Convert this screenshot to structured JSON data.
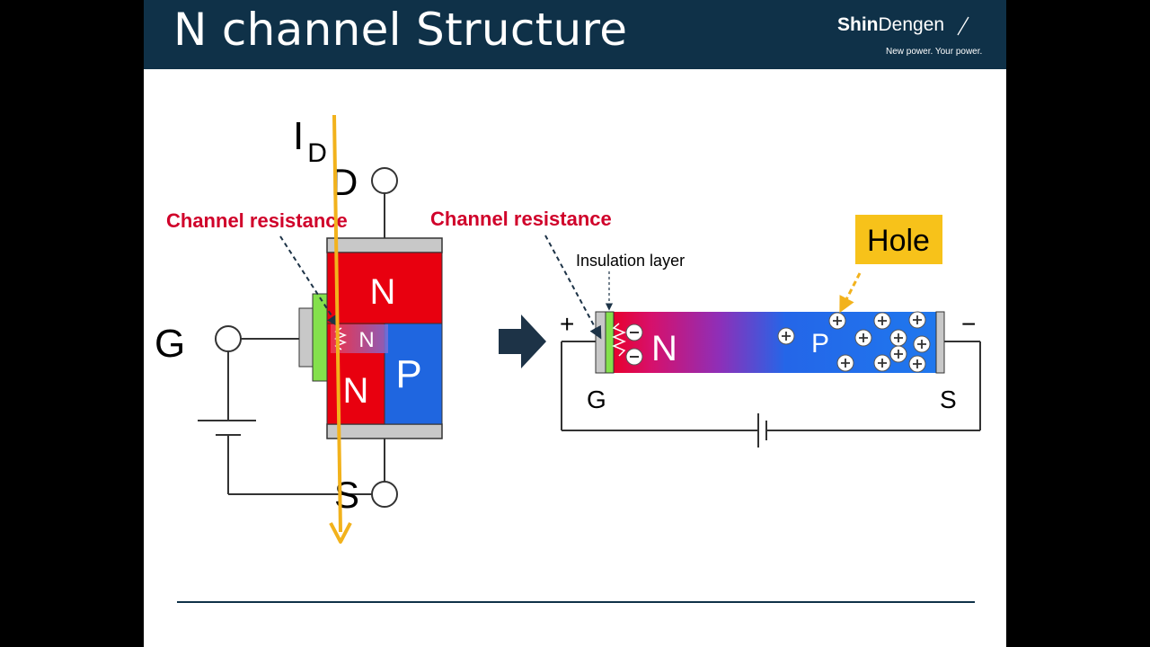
{
  "slide": {
    "title": "N channel Structure",
    "brand": {
      "name_bold": "Shin",
      "name_regular": "Dengen",
      "tagline": "New power. Your power."
    }
  },
  "left_diagram": {
    "current_label_main": "I",
    "current_label_sub": "D",
    "drain_label": "D",
    "source_label": "S",
    "gate_label": "G",
    "channel_resistance_label": "Channel resistance",
    "n_top_label": "N",
    "n_channel_label": "N",
    "n_bottom_label": "N",
    "p_label": "P"
  },
  "right_diagram": {
    "channel_resistance_label": "Channel resistance",
    "insulation_label": "Insulation layer",
    "hole_label": "Hole",
    "n_label": "N",
    "p_label": "P",
    "plus_label": "+",
    "minus_label": "−",
    "gate_label": "G",
    "source_label": "S"
  },
  "colors": {
    "header": "#0f3148",
    "n_region": "#e8000f",
    "p_region": "#1f66e0",
    "gate_insulator": "#84e04c",
    "label_red": "#d0002a",
    "current_arrow": "#f2b21c",
    "hole_box": "#f7c21a"
  }
}
